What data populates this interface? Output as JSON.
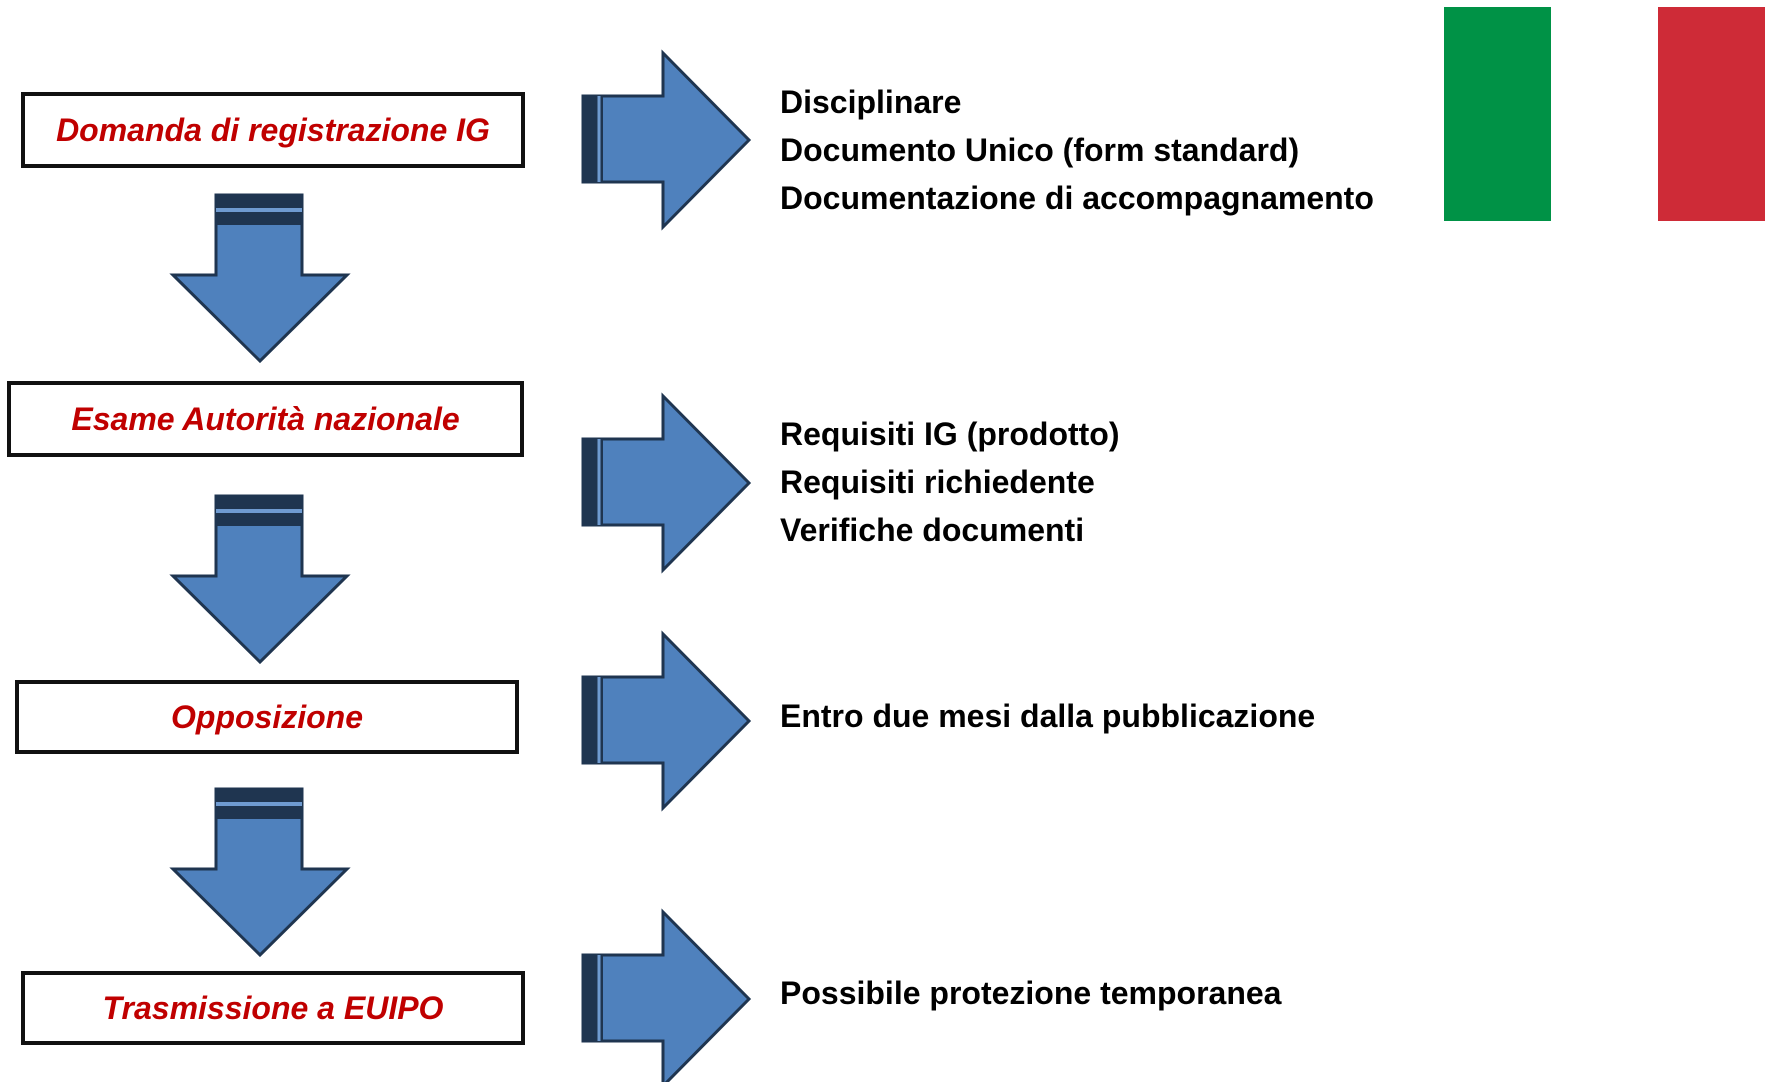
{
  "colors": {
    "step_text": "#c00000",
    "arrow_fill": "#4f81bd",
    "arrow_stroke": "#1f3550",
    "flag_green": "#009246",
    "flag_white": "#ffffff",
    "flag_red": "#ce2b37"
  },
  "steps": [
    {
      "label": "Domanda di registrazione IG",
      "details": [
        "Disciplinare",
        "Documento Unico (form standard)",
        "Documentazione di accompagnamento"
      ]
    },
    {
      "label": "Esame Autorità nazionale",
      "details": [
        "Requisiti IG (prodotto)",
        "Requisiti richiedente",
        "Verifiche documenti"
      ]
    },
    {
      "label": "Opposizione",
      "details": [
        "Entro due mesi dalla pubblicazione"
      ]
    },
    {
      "label": "Trasmissione a EUIPO",
      "details": [
        "Possibile protezione temporanea"
      ]
    }
  ],
  "icons": {
    "right_arrow": "right-arrow-icon",
    "down_arrow": "down-arrow-icon",
    "flag": "italian-flag-icon"
  }
}
